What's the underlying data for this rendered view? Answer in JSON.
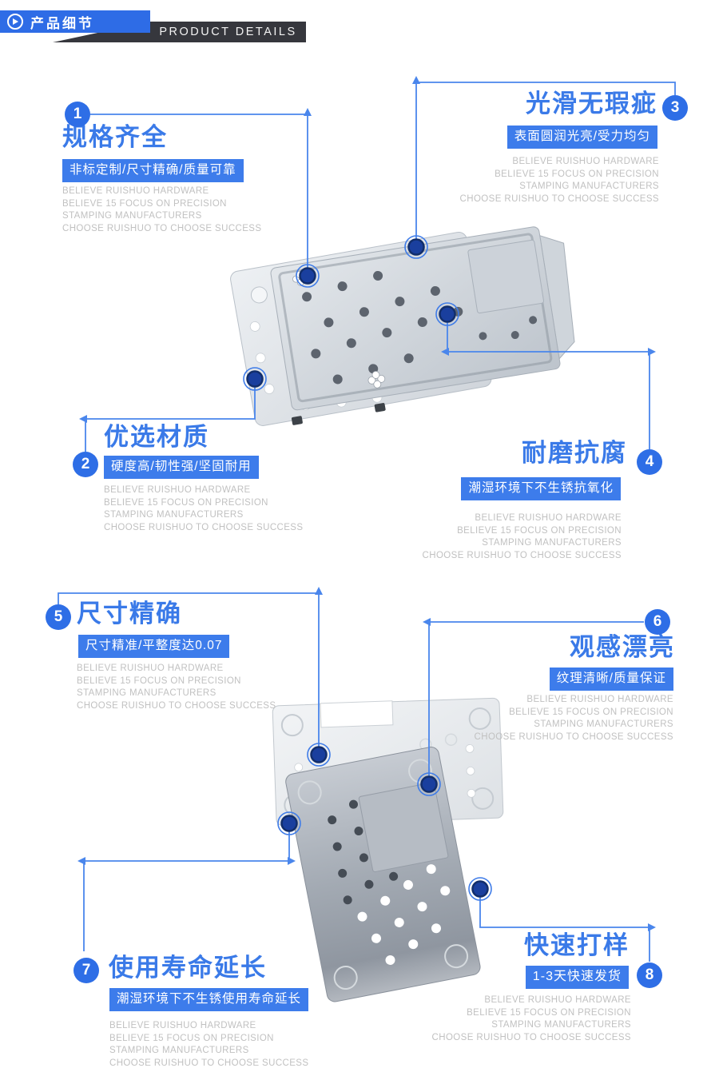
{
  "header": {
    "badge_cn": "产品细节",
    "badge_en": "PRODUCT DETAILS"
  },
  "english_lines": [
    "BELIEVE RUISHUO HARDWARE",
    "BELIEVE 15 FOCUS ON PRECISION",
    "STAMPING MANUFACTURERS",
    "CHOOSE RUISHUO TO CHOOSE SUCCESS"
  ],
  "features": [
    {
      "num": "1",
      "title": "规格齐全",
      "tag": "非标定制/尺寸精确/质量可靠"
    },
    {
      "num": "2",
      "title": "优选材质",
      "tag": "硬度高/韧性强/坚固耐用"
    },
    {
      "num": "3",
      "title": "光滑无瑕疵",
      "tag": "表面圆润光亮/受力均匀"
    },
    {
      "num": "4",
      "title": "耐磨抗腐",
      "tag": "潮湿环境下不生锈抗氧化"
    },
    {
      "num": "5",
      "title": "尺寸精确",
      "tag": "尺寸精准/平整度达0.07"
    },
    {
      "num": "6",
      "title": "观感漂亮",
      "tag": "纹理清晰/质量保证"
    },
    {
      "num": "7",
      "title": "使用寿命延长",
      "tag": "潮湿环境下不生锈使用寿命延长"
    },
    {
      "num": "8",
      "title": "快速打样",
      "tag": "1-3天快速发货"
    }
  ],
  "colors": {
    "accent_title": "#3a7ae8",
    "tag_background": "#3d7ceb",
    "number_circle": "#2e6ee6",
    "blue_banner": "#2e6ce6",
    "dark_banner": "#36373d",
    "callout_line": "#4a86ec",
    "marker_inner": "#1a3f9e",
    "english_text": "#c1c1c1"
  }
}
